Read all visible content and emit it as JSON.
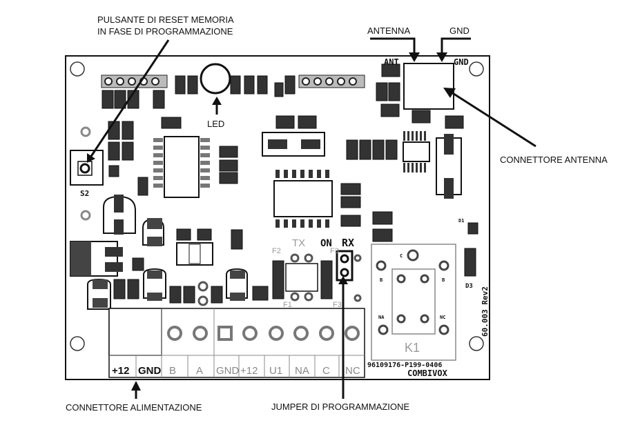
{
  "callouts": {
    "reset_line1": "PULSANTE DI RESET MEMORIA",
    "reset_line2": "IN FASE DI PROGRAMMAZIONE",
    "antenna": "ANTENNA",
    "gnd_top": "GND",
    "led": "LED",
    "antenna_connector": "CONNETTORE ANTENNA",
    "power_connector": "CONNETTORE ALIMENTAZIONE",
    "prog_jumper": "JUMPER DI PROGRAMMAZIONE"
  },
  "board": {
    "ant_label": "ANT",
    "gnd_label": "GND",
    "s2": "S2",
    "tx": "TX",
    "on": "ON",
    "rx": "RX",
    "f1": "F1",
    "f2": "F2",
    "f3": "F3",
    "f3b": "F3",
    "d1": "D1",
    "d3": "D3",
    "k1": "K1",
    "c": "C",
    "b_left": "B",
    "b_right": "B",
    "na": "NA",
    "nc": "NC",
    "revision": "60.003 Rev2",
    "part_number": "96109176-P199-0406",
    "brand": "COMBIVOX"
  },
  "terminals": [
    "+12",
    "GND",
    "B",
    "A",
    "GND",
    "+12",
    "U1",
    "NA",
    "C",
    "NC"
  ]
}
